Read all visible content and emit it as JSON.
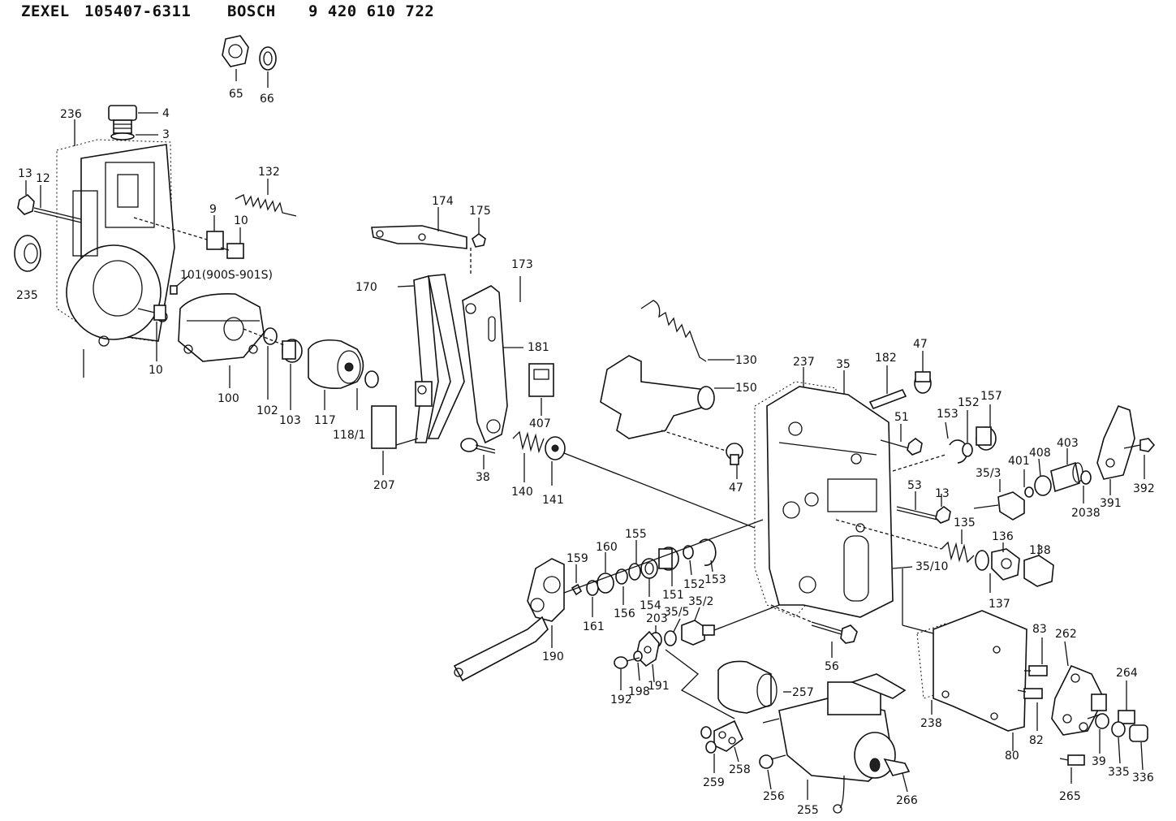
{
  "header": {
    "maker1": "ZEXEL",
    "part1": "105407-6311",
    "maker2": "BOSCH",
    "part2": "9 420 610 722"
  },
  "labels": {
    "l65": "65",
    "l66": "66",
    "l4": "4",
    "l3": "3",
    "l236": "236",
    "l13a": "13",
    "l12": "12",
    "l235": "235",
    "l132": "132",
    "l9": "9",
    "l10a": "10",
    "l101": "101(900S-901S)",
    "l10b": "10",
    "l100": "100",
    "l102": "102",
    "l103": "103",
    "l117": "117",
    "l118": "118/1",
    "l174": "174",
    "l175": "175",
    "l173": "173",
    "l170": "170",
    "l181": "181",
    "l407": "407",
    "l207": "207",
    "l38": "38",
    "l140": "140",
    "l141": "141",
    "l130": "130",
    "l150": "150",
    "l237": "237",
    "l35": "35",
    "l182": "182",
    "l47a": "47",
    "l51": "51",
    "l153a": "153",
    "l152a": "152",
    "l157": "157",
    "l47b": "47",
    "l53": "53",
    "l13b": "13",
    "l353": "35/3",
    "l401": "401",
    "l408": "408",
    "l403": "403",
    "l2038": "2038",
    "l391": "391",
    "l392": "392",
    "l135": "135",
    "l136": "136",
    "l138": "138",
    "l3510": "35/10",
    "l137": "137",
    "l159": "159",
    "l160": "160",
    "l155": "155",
    "l161": "161",
    "l156": "156",
    "l154": "154",
    "l151": "151",
    "l152b": "152",
    "l153b": "153",
    "l203": "203",
    "l355": "35/5",
    "l352": "35/2",
    "l190": "190",
    "l192": "192",
    "l198": "198",
    "l191": "191",
    "l56": "56",
    "l257": "257",
    "l238": "238",
    "l80": "80",
    "l83": "83",
    "l262": "262",
    "l264": "264",
    "l82": "82",
    "l39": "39",
    "l335": "335",
    "l336": "336",
    "l265": "265",
    "l259": "259",
    "l258": "258",
    "l256": "256",
    "l255": "255",
    "l266": "266"
  }
}
